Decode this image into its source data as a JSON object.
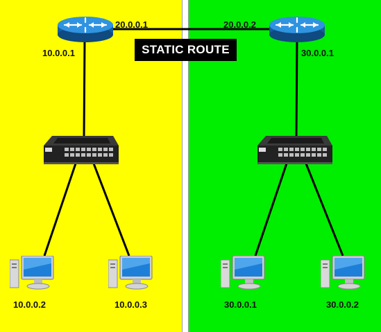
{
  "banner": "STATIC ROUTE",
  "colors": {
    "left_zone": "#ffff00",
    "right_zone": "#00ee00",
    "router": "#1f7fd1",
    "link": "#000000"
  },
  "routers": [
    {
      "id": "router-left",
      "lan_ip": "10.0.0.1",
      "wan_ip": "20.0.0.1"
    },
    {
      "id": "router-right",
      "lan_ip": "30.0.0.1",
      "wan_ip": "20.0.0.2"
    }
  ],
  "switches": [
    {
      "id": "switch-left"
    },
    {
      "id": "switch-right"
    }
  ],
  "hosts": [
    {
      "id": "pc-1",
      "ip": "10.0.0.2"
    },
    {
      "id": "pc-2",
      "ip": "10.0.0.3"
    },
    {
      "id": "pc-3",
      "ip": "30.0.0.1"
    },
    {
      "id": "pc-4",
      "ip": "30.0.0.2"
    }
  ],
  "links": [
    {
      "from": "router-left",
      "to": "router-right"
    },
    {
      "from": "router-left",
      "to": "switch-left"
    },
    {
      "from": "router-right",
      "to": "switch-right"
    },
    {
      "from": "switch-left",
      "to": "pc-1"
    },
    {
      "from": "switch-left",
      "to": "pc-2"
    },
    {
      "from": "switch-right",
      "to": "pc-3"
    },
    {
      "from": "switch-right",
      "to": "pc-4"
    }
  ]
}
